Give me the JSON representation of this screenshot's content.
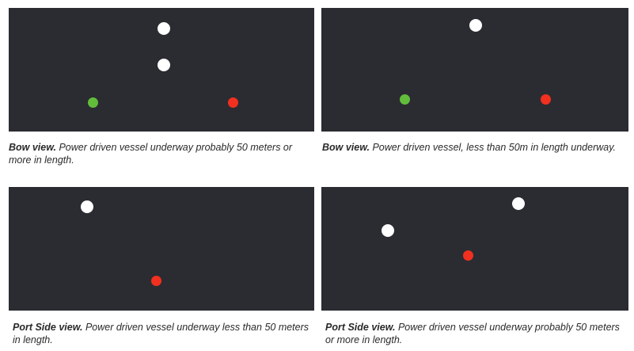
{
  "panels": [
    {
      "caption_bold": "Bow view.",
      "caption_text": "Power driven vessel underway probably 50 meters or more in length.",
      "lights": [
        "white",
        "white",
        "green",
        "red"
      ]
    },
    {
      "caption_bold": "Bow view.",
      "caption_text": "Power driven vessel, less than 50m in length underway.",
      "lights": [
        "white",
        "green",
        "red"
      ]
    },
    {
      "caption_bold": "Port Side view.",
      "caption_text": "Power driven vessel underway less than 50 meters in length.",
      "lights": [
        "white",
        "red"
      ]
    },
    {
      "caption_bold": "Port Side view.",
      "caption_text": "Power driven vessel underway probably 50 meters or more in length.",
      "lights": [
        "white",
        "white",
        "red"
      ]
    }
  ],
  "colors": {
    "panel_background": "#2b2c31",
    "white_light": "#ffffff",
    "green_light": "#62bd3b",
    "red_light": "#f2301f"
  }
}
